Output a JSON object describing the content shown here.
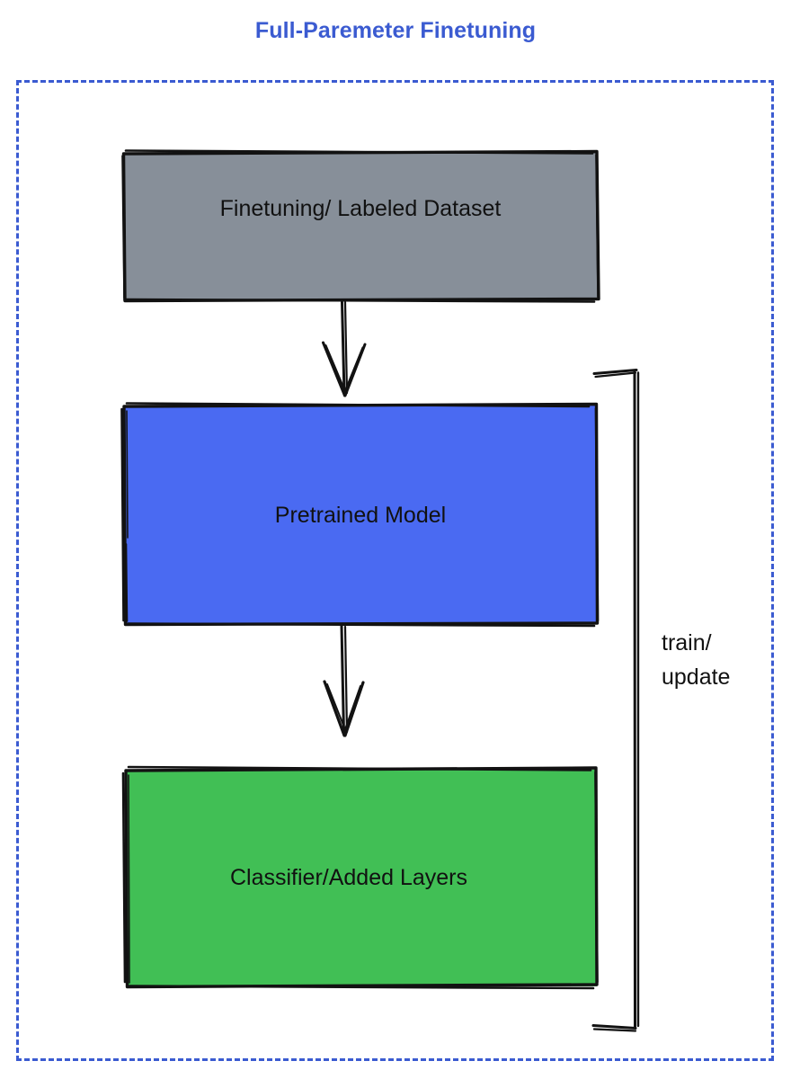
{
  "title": "Full-Paremeter Finetuning",
  "colors": {
    "accent_blue": "#3b5bd1",
    "dataset_gray": "#878f99",
    "pretrained_blue": "#4a6af2",
    "classifier_green": "#41bf55",
    "stroke_black": "#111111",
    "background": "#ffffff"
  },
  "frame": {
    "style": "dashed",
    "color": "#3b5bd1"
  },
  "nodes": [
    {
      "id": "dataset",
      "label": "Finetuning/ Labeled Dataset",
      "fill": "#878f99",
      "shape": "rectangle"
    },
    {
      "id": "pretrained",
      "label": "Pretrained Model",
      "fill": "#4a6af2",
      "shape": "rectangle"
    },
    {
      "id": "classifier",
      "label": "Classifier/Added Layers",
      "fill": "#41bf55",
      "shape": "rectangle"
    }
  ],
  "edges": [
    {
      "id": "dataset-to-pretrained",
      "from": "dataset",
      "to": "pretrained",
      "label": "",
      "style": "arrow-down"
    },
    {
      "id": "pretrained-to-classifier",
      "from": "pretrained",
      "to": "classifier",
      "label": "",
      "style": "arrow-down"
    },
    {
      "id": "feedback-bracket",
      "from": "classifier",
      "to": "pretrained",
      "label_line1": "train/",
      "label_line2": "update",
      "style": "bracket-right"
    }
  ],
  "side_label": {
    "line1": "train/",
    "line2": "update"
  }
}
